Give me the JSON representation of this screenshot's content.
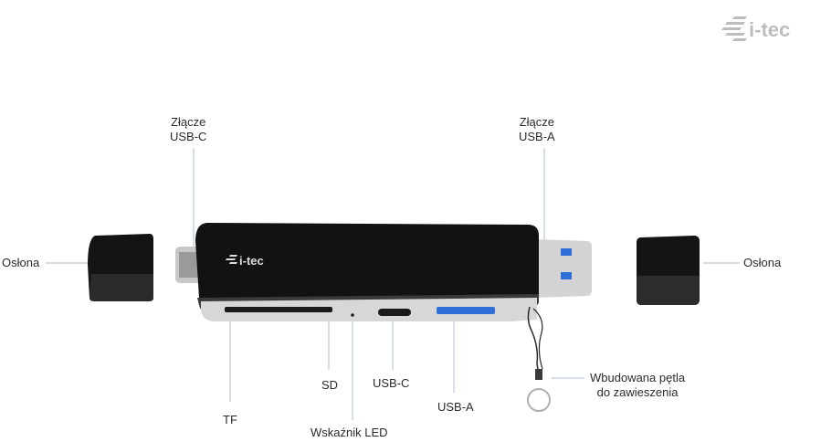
{
  "brand": {
    "logo_text": "i-tec"
  },
  "labels": {
    "usbc_connector": [
      "Złącze",
      "USB-C"
    ],
    "usba_connector": [
      "Złącze",
      "USB-A"
    ],
    "cover_left": "Osłona",
    "cover_right": "Osłona",
    "tf": "TF",
    "sd": "SD",
    "led": "Wskaźnik LED",
    "usbc_port": "USB-C",
    "usba_port": "USB-A",
    "lanyard": [
      "Wbudowana pętla",
      "do zawieszenia"
    ]
  },
  "colors": {
    "body": "#121212",
    "usb_blue": "#2f6fd8",
    "line": "#aebfd0",
    "text": "#2b2b2b"
  }
}
